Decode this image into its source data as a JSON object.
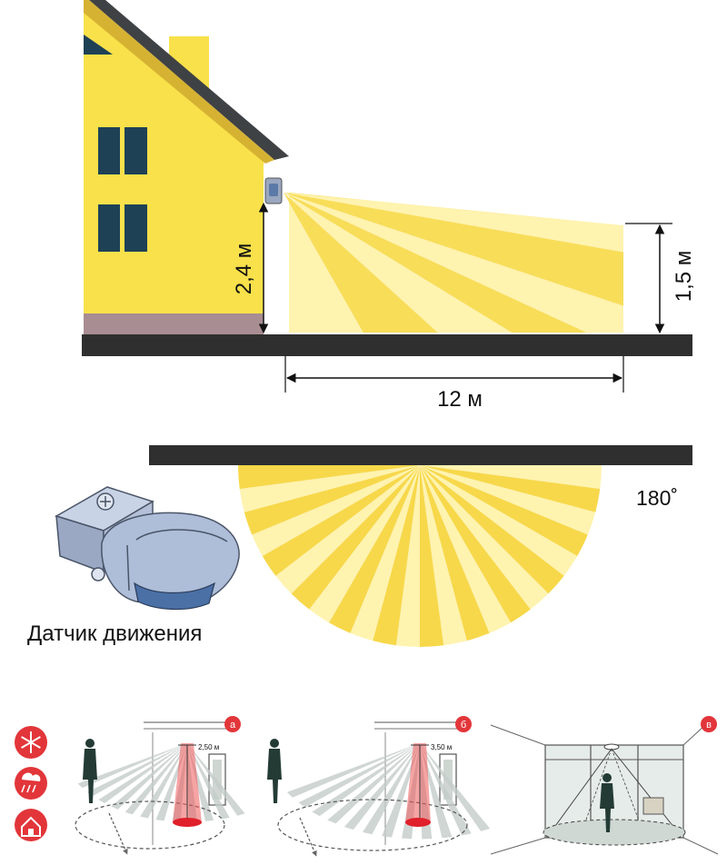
{
  "colors": {
    "house_wall": "#f9e14b",
    "roof_trim": "#3f4244",
    "window": "#1e4156",
    "foundation": "#a88d92",
    "ground": "#2f2f2f",
    "beam_light": "#fff3b0",
    "beam_dark": "#f7d84a",
    "sensor_body": "#aebdd8",
    "sensor_lens": "#4a70a6",
    "badge_red": "#e2363a",
    "red_zone": "#e0202a",
    "gray_line": "#7a7a7a"
  },
  "top_view": {
    "mount_height": "2,4 м",
    "far_height": "1,5 м",
    "range": "12 м"
  },
  "plan_view": {
    "angle": "180˚"
  },
  "sensor": {
    "caption": "Датчик движения"
  },
  "scenes": [
    {
      "letter": "а",
      "height": "2,50 м"
    },
    {
      "letter": "б",
      "height": "3,50 м"
    },
    {
      "letter": "в"
    }
  ],
  "icons": [
    "snowflake-icon",
    "rain-icon",
    "home-icon"
  ]
}
